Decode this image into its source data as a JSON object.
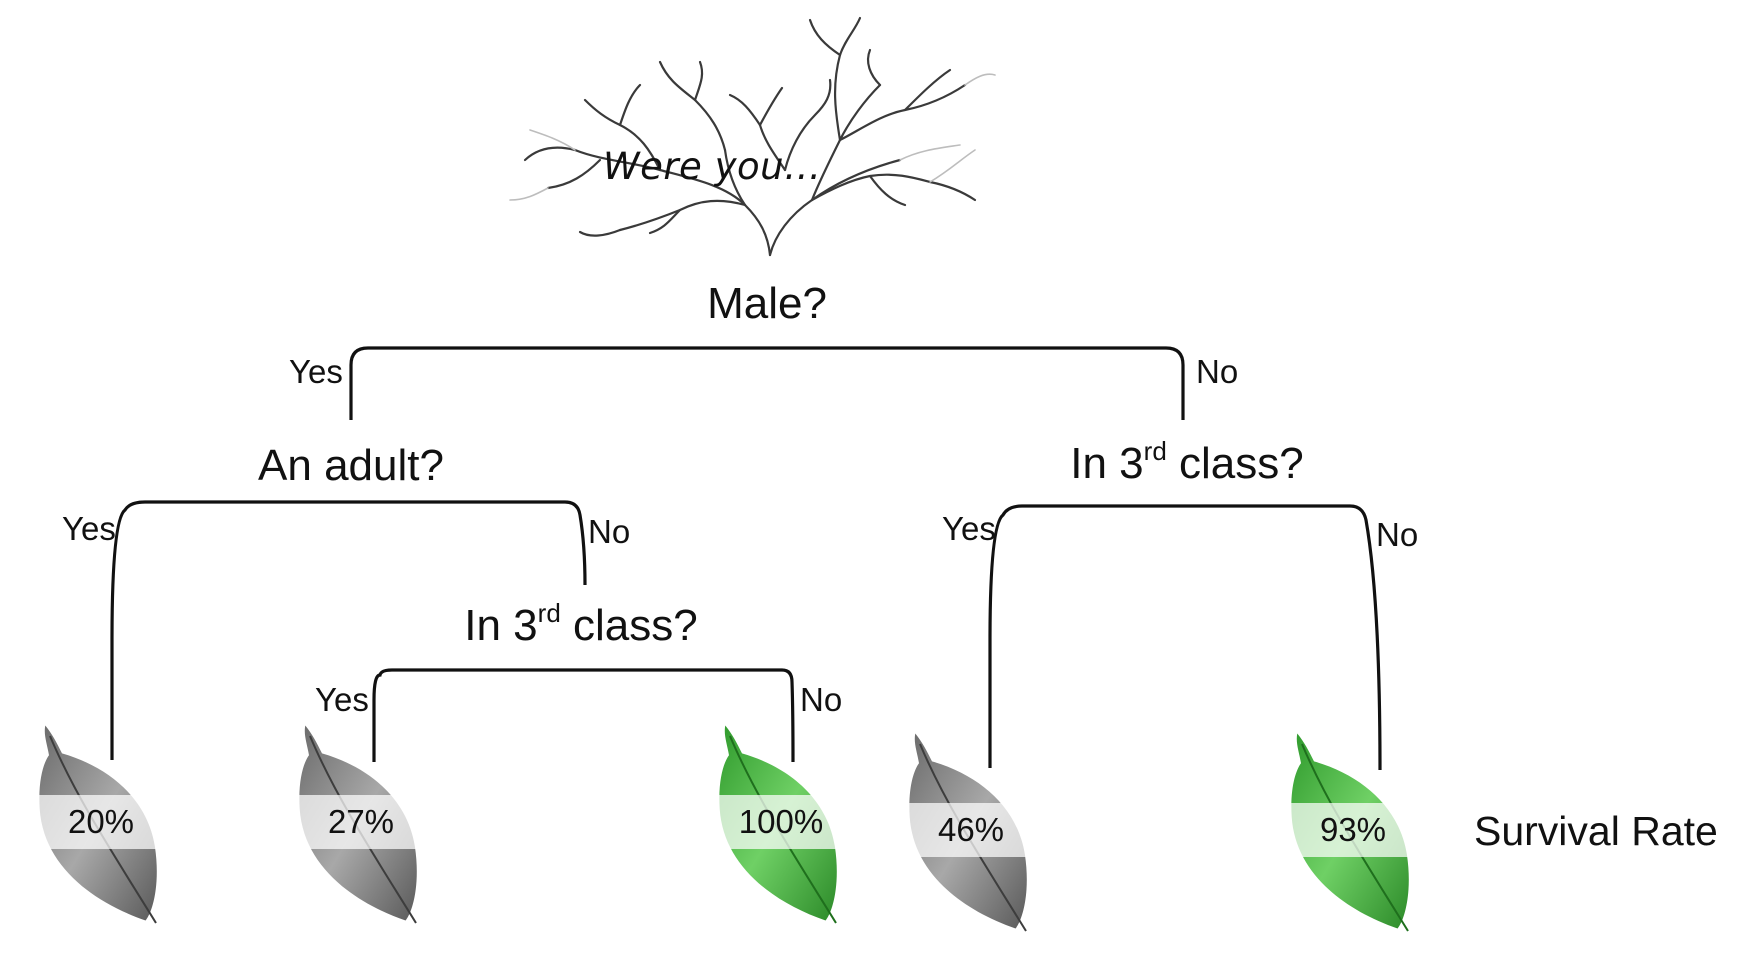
{
  "root_caption": "Were you…",
  "nodes": {
    "root": {
      "question": "Male?"
    },
    "adult": {
      "question": "An adult?"
    },
    "class_female": {
      "question_prefix": "In 3",
      "question_sup": "rd",
      "question_suffix": " class?"
    },
    "class_boy": {
      "question_prefix": "In 3",
      "question_sup": "rd",
      "question_suffix": " class?"
    }
  },
  "branch_labels": {
    "root_yes": "Yes",
    "root_no": "No",
    "adult_yes": "Yes",
    "adult_no": "No",
    "class_boy_yes": "Yes",
    "class_boy_no": "No",
    "class_female_yes": "Yes",
    "class_female_no": "No"
  },
  "leaves": [
    {
      "id": "male-adult",
      "rate": "20%",
      "color": "gray"
    },
    {
      "id": "boy-3rd",
      "rate": "27%",
      "color": "gray"
    },
    {
      "id": "boy-not-3rd",
      "rate": "100%",
      "color": "green"
    },
    {
      "id": "female-3rd",
      "rate": "46%",
      "color": "gray"
    },
    {
      "id": "female-not-3rd",
      "rate": "93%",
      "color": "green"
    }
  ],
  "legend": "Survival Rate",
  "colors": {
    "line": "#111111",
    "leaf_gray": "#9a9a9a",
    "leaf_gray_dark": "#5e5e5e",
    "leaf_green": "#58c04f",
    "leaf_green_dark": "#2e8a2b",
    "branch_sketch": "#3a3a3a"
  }
}
